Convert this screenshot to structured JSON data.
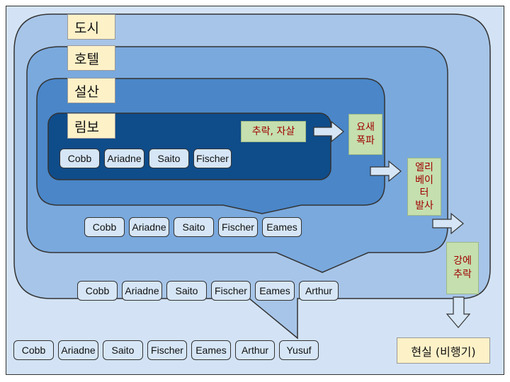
{
  "levels": {
    "city": "도시",
    "hotel": "호텔",
    "snow": "설산",
    "limbo": "림보"
  },
  "kicks": {
    "limbo": "추락, 자살",
    "snow": "요새\n폭파",
    "hotel": "엘리\n베이\n터\n발사",
    "city": "강에\n추락"
  },
  "reality": "현실 (비행기)",
  "groups": {
    "limbo": [
      "Cobb",
      "Ariadne",
      "Saito",
      "Fischer"
    ],
    "snow": [
      "Cobb",
      "Ariadne",
      "Saito",
      "Fischer",
      "Eames"
    ],
    "hotel": [
      "Cobb",
      "Ariadne",
      "Saito",
      "Fischer",
      "Eames",
      "Arthur"
    ],
    "city": [
      "Cobb",
      "Ariadne",
      "Saito",
      "Fischer",
      "Eames",
      "Arthur",
      "Yusuf"
    ]
  },
  "colors": {
    "city": "#a7c5e8",
    "hotel": "#7aa9dd",
    "snow": "#4a86c8",
    "limbo": "#0f4c8a",
    "label_bg": "#fdf1c8",
    "kick_bg": "#c5dfae",
    "kick_text": "#a00000"
  }
}
